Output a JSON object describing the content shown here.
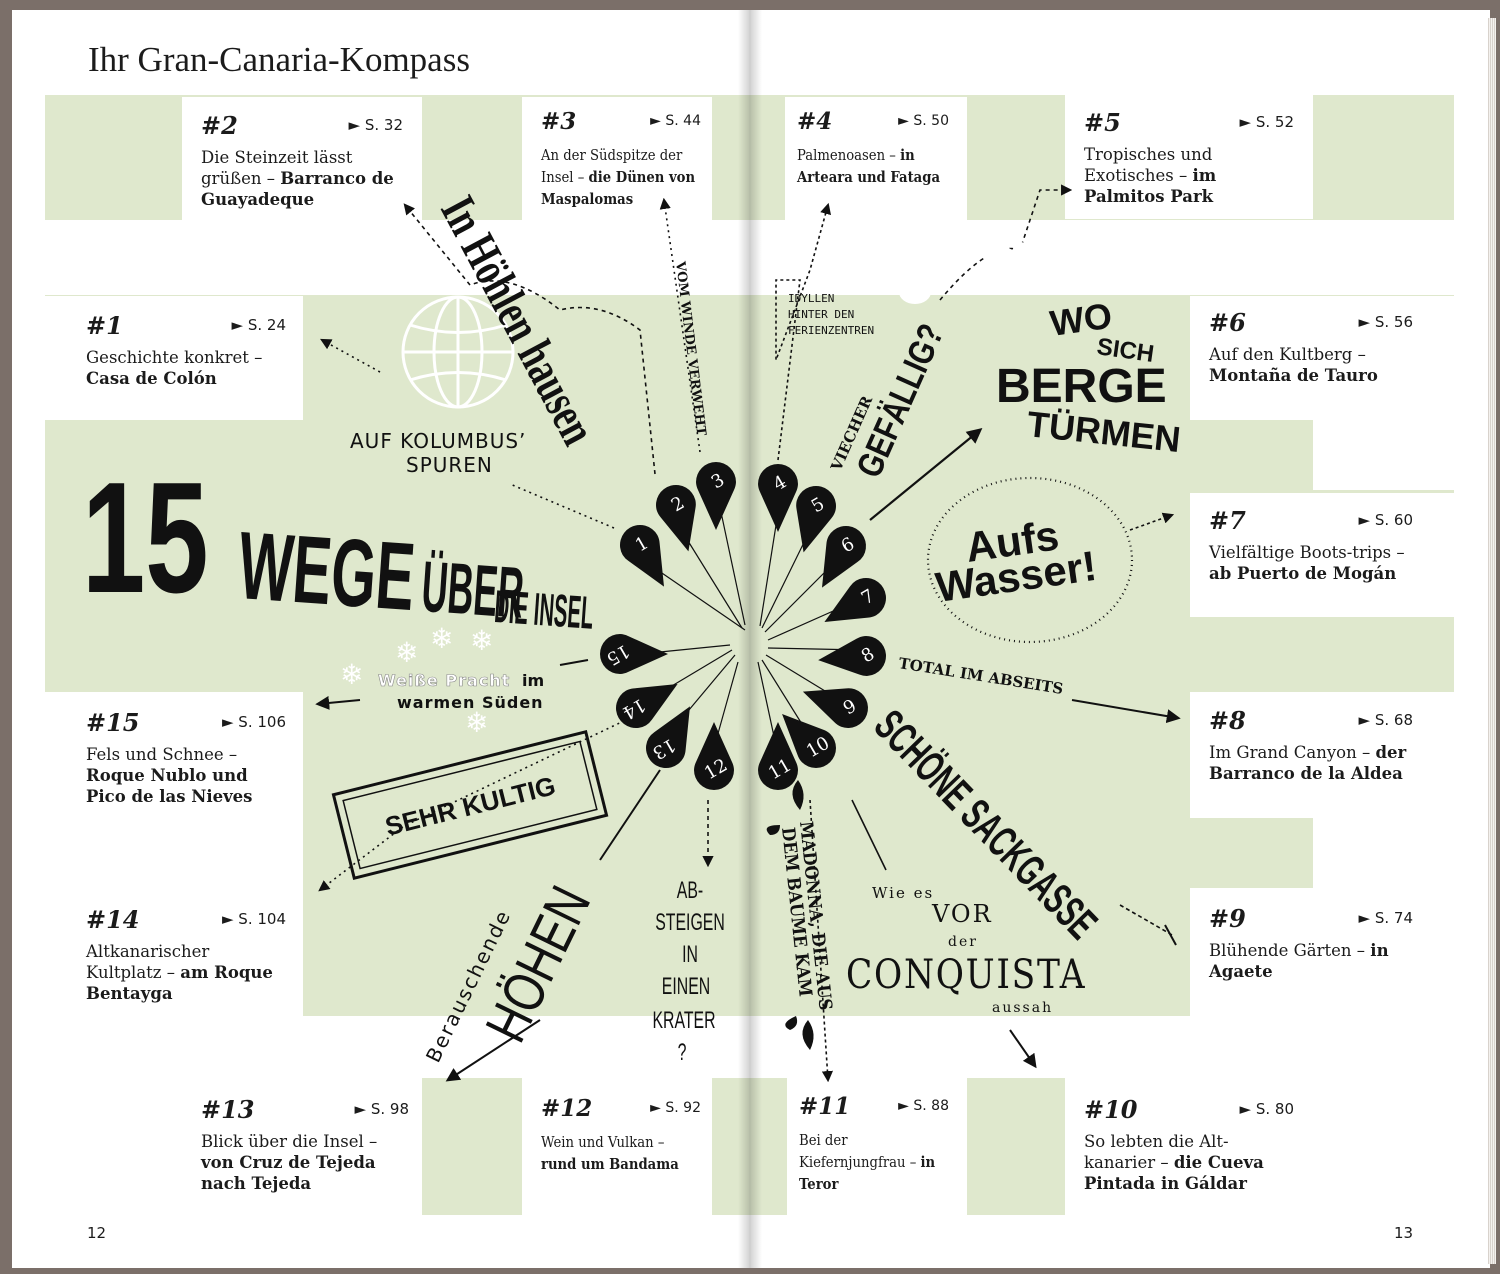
{
  "title": "Ihr Gran-Canaria-Kompass",
  "page_left": "12",
  "page_right": "13",
  "headline": {
    "number": "15",
    "wege": "WEGE",
    "ueber": "ÜBER",
    "die_insel": "DIE INSEL"
  },
  "cards": [
    {
      "num": "#2",
      "ref": "► S. 32",
      "pre": "Die Steinzeit lässt grüßen – ",
      "bold": "Barranco de Guayadeque"
    },
    {
      "num": "#3",
      "ref": "► S. 44",
      "pre": "An der Südspitze der Insel – ",
      "bold": "die Dünen von Maspalomas"
    },
    {
      "num": "#4",
      "ref": "► S. 50",
      "pre": "Palmenoasen – ",
      "bold": "in Arteara und Fataga"
    },
    {
      "num": "#5",
      "ref": "► S. 52",
      "pre": "Tropisches und Exotisches – ",
      "bold": "im Palmitos Park"
    },
    {
      "num": "#1",
      "ref": "► S. 24",
      "pre": "Geschichte konkret – ",
      "bold": "Casa de Colón"
    },
    {
      "num": "#6",
      "ref": "► S. 56",
      "pre": "Auf den Kultberg – ",
      "bold": "Montaña de Tauro"
    },
    {
      "num": "#7",
      "ref": "► S. 60",
      "pre": "Vielfältige Boots-trips – ",
      "bold": "ab Puerto de Mogán"
    },
    {
      "num": "#15",
      "ref": "► S. 106",
      "pre": "Fels und Schnee – ",
      "bold": "Roque Nublo und Pico de las Nieves"
    },
    {
      "num": "#8",
      "ref": "► S. 68",
      "pre": "Im Grand Canyon – ",
      "bold": "der Barranco de la Aldea"
    },
    {
      "num": "#14",
      "ref": "► S. 104",
      "pre": "Altkanarischer Kultplatz – ",
      "bold": "am Roque Bentayga"
    },
    {
      "num": "#9",
      "ref": "► S. 74",
      "pre": "Blühende Gärten – ",
      "bold": "in Agaete"
    },
    {
      "num": "#13",
      "ref": "► S. 98",
      "pre": "Blick über die Insel – ",
      "bold": "von Cruz de Tejeda nach Tejeda"
    },
    {
      "num": "#12",
      "ref": "► S. 92",
      "pre": "Wein und Vulkan – ",
      "bold": "rund um Bandama"
    },
    {
      "num": "#11",
      "ref": "► S. 88",
      "pre": "Bei der Kiefernjungfrau – ",
      "bold": "in Teror"
    },
    {
      "num": "#10",
      "ref": "► S. 80",
      "pre": "So lebten die Alt-kanarier – ",
      "bold": "die Cueva Pintada in Gáldar"
    }
  ],
  "drops": [
    "1",
    "2",
    "3",
    "4",
    "5",
    "6",
    "7",
    "8",
    "9",
    "10",
    "11",
    "12",
    "13",
    "14",
    "15"
  ],
  "labels": {
    "hoehlen": "In Höhlen hausen",
    "winde": "VOM WINDE VERWEHT",
    "idyllen": [
      "IDYLLEN",
      "HINTER DEN",
      "FERIENZENTREN"
    ],
    "viecher": "VIECHER",
    "gefaellig": "GEFÄLLIG?",
    "wo": "WO",
    "sich": "SICH",
    "berge": "BERGE",
    "tuermen": "TÜRMEN",
    "aufs": "Aufs",
    "wasser": "Wasser!",
    "kolumbus": [
      "AUF KOLUMBUS’",
      "SPUREN"
    ],
    "weisse": "Weiße Pracht",
    "im": "im",
    "warmen": "warmen Süden",
    "abseits": "TOTAL IM ABSEITS",
    "sackgasse": "SCHÖNE SACKGASSE",
    "kultig": "SEHR KULTIG",
    "berauschende": "Berauschende",
    "hoehen": "HÖHEN",
    "krater": [
      "AB-",
      "STEIGEN",
      "IN",
      "EINEN",
      "KRATER",
      "?"
    ],
    "madonna": [
      "MADONNA, DIE AUS",
      "DEM BAUME KAM"
    ],
    "wie_es": "Wie es",
    "vor": "VOR",
    "der": "der",
    "conquista": "CONQUISTA",
    "aussah": "aussah"
  },
  "colors": {
    "band": "#dfe8cd",
    "ink": "#111111",
    "card": "#ffffff",
    "cover": "#7b6f69"
  }
}
